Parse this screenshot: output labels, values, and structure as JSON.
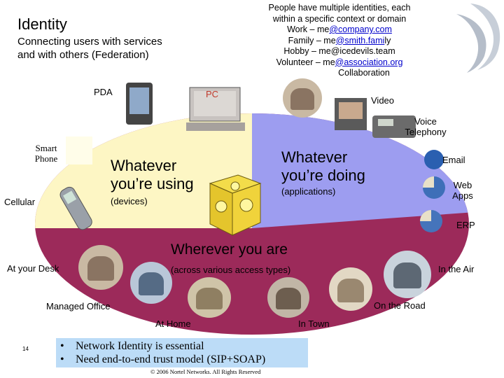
{
  "header": {
    "title": "Identity",
    "subtitle_lines": [
      "Connecting users with services",
      "and with others (Federation)"
    ]
  },
  "identities": {
    "heading_lines": [
      "People have multiple identities, each",
      "within a specific context or domain"
    ],
    "items": [
      {
        "prefix": "Work – me",
        "link": "@company.com",
        "suffix": ""
      },
      {
        "prefix": "Family – me",
        "link": "@smith.fami",
        "suffix": "ly"
      },
      {
        "prefix": "Hobby – me@icedevils.team",
        "link": "",
        "suffix": ""
      },
      {
        "prefix": "Volunteer – me",
        "link": "@association.org",
        "suffix": ""
      }
    ],
    "collaboration": "Collaboration"
  },
  "devices": {
    "pda": "PDA",
    "pc": "PC",
    "smart_phone_lines": [
      "Smart",
      "Phone"
    ],
    "cellular": "Cellular"
  },
  "apps": {
    "video": "Video",
    "voice_lines": [
      "Voice",
      "Telephony"
    ],
    "email": "Email",
    "web_apps_lines": [
      "Web",
      "Apps"
    ],
    "erp": "ERP"
  },
  "center": {
    "using_lines": [
      "Whatever",
      "you’re using"
    ],
    "using_sub": "(devices)",
    "doing_lines": [
      "Whatever",
      "you’re doing"
    ],
    "doing_sub": "(applications)",
    "wherever": "Wherever you are",
    "wherever_sub": "(across various access types)"
  },
  "locations": {
    "desk": "At your Desk",
    "office": "Managed Office",
    "home": "At Home",
    "town": "In Town",
    "road": "On the Road",
    "air": "In the Air"
  },
  "bullets": [
    "Network Identity is essential",
    "Need end-to-end trust model (SIP+SOAP)"
  ],
  "footer": {
    "page_number": "14",
    "copyright": "© 2006 Nortel Networks. All Rights Reserved"
  },
  "colors": {
    "devices_wedge": "#fdf6c4",
    "apps_wedge": "#9d9df0",
    "location_wedge": "#9c2a5a",
    "bullet_box": "#bcdcf7",
    "link": "#0000cc"
  }
}
